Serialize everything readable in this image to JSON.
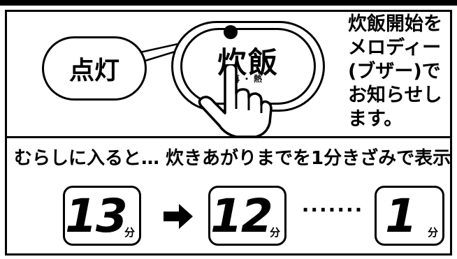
{
  "callout": {
    "label": "点灯"
  },
  "rice_button": {
    "label": "炊飯",
    "sub_label": "再・熱"
  },
  "description": {
    "lines": [
      "炊飯開始を",
      "メロディー",
      "(ブザー)で",
      "お知らせし",
      "ます。"
    ]
  },
  "steaming_note": "むらしに入ると… 炊きあがりまでを1分きざみで表示",
  "countdown": {
    "displays": [
      {
        "number": "13",
        "unit": "分"
      },
      {
        "number": "12",
        "unit": "分"
      },
      {
        "number": "1",
        "unit": "分"
      }
    ],
    "ellipsis": "·······"
  },
  "icons": {
    "arrow": "right-arrow-icon",
    "hand": "pointing-hand-icon",
    "led": "indicator-led-icon"
  }
}
